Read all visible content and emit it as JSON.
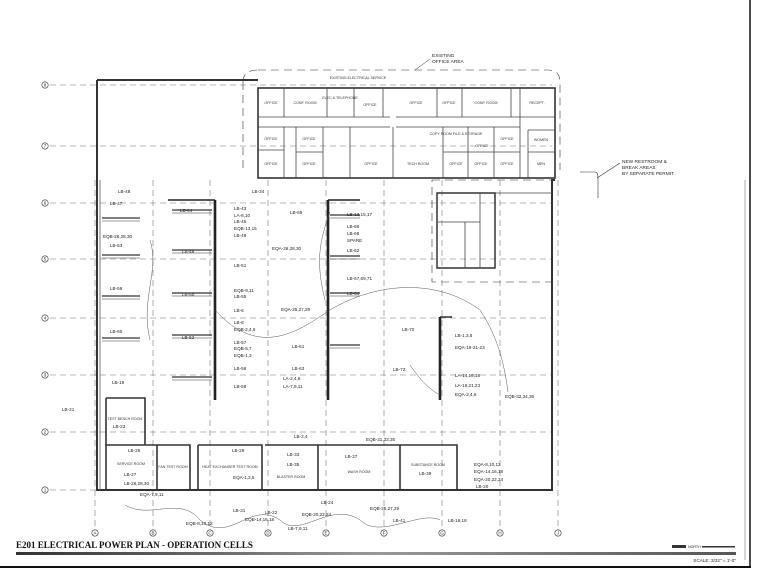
{
  "sheet": {
    "title": "E201  ELECTRICAL POWER PLAN - OPERATION CELLS",
    "scale": "SCALE: 3/32\" = 1'-0\"",
    "north": "NORTH"
  },
  "notes": {
    "existing_office_1": "EXISTING",
    "existing_office_2": "OFFICE AREA",
    "restroom_1": "NEW RESTROOM &",
    "restroom_2": "BREAK AREAS",
    "restroom_3": "BY SEPARATE PERMIT",
    "existing_service": "EXISTING ELECTRICAL SERVICE"
  },
  "grid_rows": [
    "8",
    "7",
    "6",
    "5",
    "4",
    "3",
    "2",
    "1"
  ],
  "grid_cols": [
    "A",
    "B",
    "C",
    "D",
    "E",
    "F",
    "G",
    "H",
    "J"
  ],
  "office_rooms": [
    "OFFICE",
    "CONF. ROOM",
    "ELEC & TELEPHONE",
    "OFFICE",
    "OFFICE",
    "OFFICE",
    "CONF. ROOM",
    "RECEPT.",
    "OFFICE",
    "OFFICE",
    "OFFICE",
    "OFFICE",
    "OFFICE",
    "TECH ROOM",
    "COPY ROOM FILE & STORAGE",
    "OFFICE",
    "OFFICE",
    "OFFICE",
    "OFFICE",
    "OFFICE",
    "WOMEN",
    "MEN"
  ],
  "cell_rooms": [
    "TEST BENCH ROOM",
    "SERVICE ROOM",
    "FAN TEST ROOM",
    "HEAT EXCHANGER TEST ROOM",
    "BLASTER ROOM",
    "WASH ROOM",
    "SUBSTANCE ROOM"
  ],
  "circuits": [
    "LB-48",
    "LB-47",
    "EQB-26,28,30",
    "LB-53",
    "LB-59",
    "LB-60",
    "LB-19",
    "LB-21",
    "LB-23",
    "LB-44",
    "LB-34",
    "LB-43",
    "LA-8,10",
    "LB-45",
    "EQB-13,15",
    "LB-49",
    "LB-46",
    "LB-51",
    "LB-50",
    "EQB-9,11",
    "LB-55",
    "LB-6",
    "LB-8",
    "EQB-2,4,6",
    "LB-52",
    "LB-57",
    "EQB-5,7",
    "EQB-1,3",
    "LB-56",
    "LB-58",
    "LB-65",
    "LB-13,15,17",
    "LB-66",
    "LB-68",
    "SPARE",
    "EQA-26,28,30",
    "LB-62",
    "LB-67,69,71",
    "LB-64",
    "EQA-25,27,29",
    "LB-61",
    "LB-63",
    "LA-2,4,6",
    "LA-7,9,11",
    "LB-70",
    "LB-1,3,5",
    "EQA-19-21-23",
    "LB-72",
    "LA-14,16,18",
    "LA-19,21,23",
    "EQA-2,4,6",
    "EQB-32,34,36",
    "LB-25",
    "LB-27",
    "LB-26,28,30",
    "EQA-7,9,11",
    "EQB-8,10,12",
    "LB-29",
    "EQA-1,3,5",
    "LB-33",
    "LB-35",
    "LB-2,4",
    "LB-37",
    "EQB-31,33,35",
    "LB-39",
    "LB-31",
    "EQB-14,16,18",
    "LB-22",
    "LB-7,9,11",
    "LB-24",
    "EQB-20,22,24",
    "EQB-25,27,29",
    "LB-41",
    "LB-16,18",
    "EQA-8,10,12",
    "EQA-14,16,18",
    "EQA-20,22,24",
    "LB-20"
  ]
}
